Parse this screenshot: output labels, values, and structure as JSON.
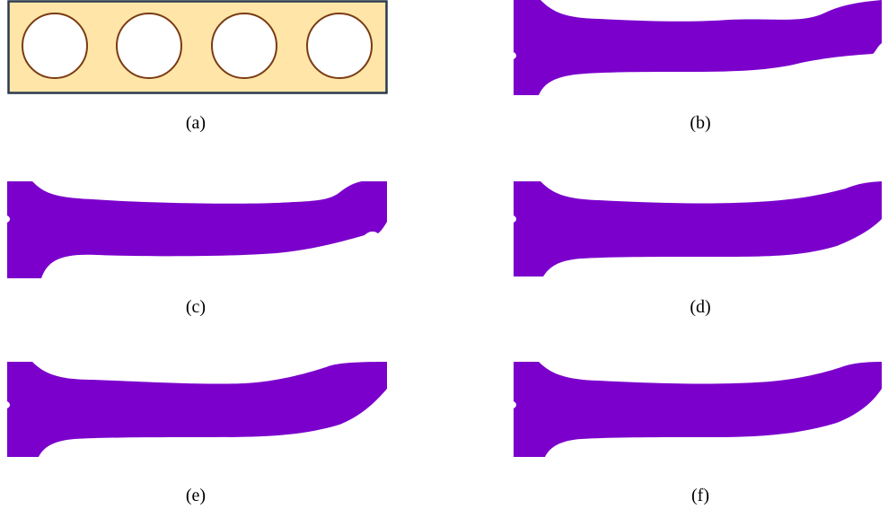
{
  "colors": {
    "beam_fill": "#ffe6a8",
    "beam_stroke": "#2c3a4e",
    "hole_stroke": "#7a3b14",
    "material": "#7b00cc",
    "background": "#ffffff"
  },
  "panels": [
    {
      "id": "a",
      "caption": "(a)",
      "content": "initial-design-with-four-holes"
    },
    {
      "id": "b",
      "caption": "(b)",
      "content": "optimized-topology"
    },
    {
      "id": "c",
      "caption": "(c)",
      "content": "optimized-topology"
    },
    {
      "id": "d",
      "caption": "(d)",
      "content": "optimized-topology"
    },
    {
      "id": "e",
      "caption": "(e)",
      "content": "optimized-topology"
    },
    {
      "id": "f",
      "caption": "(f)",
      "content": "optimized-topology"
    }
  ]
}
